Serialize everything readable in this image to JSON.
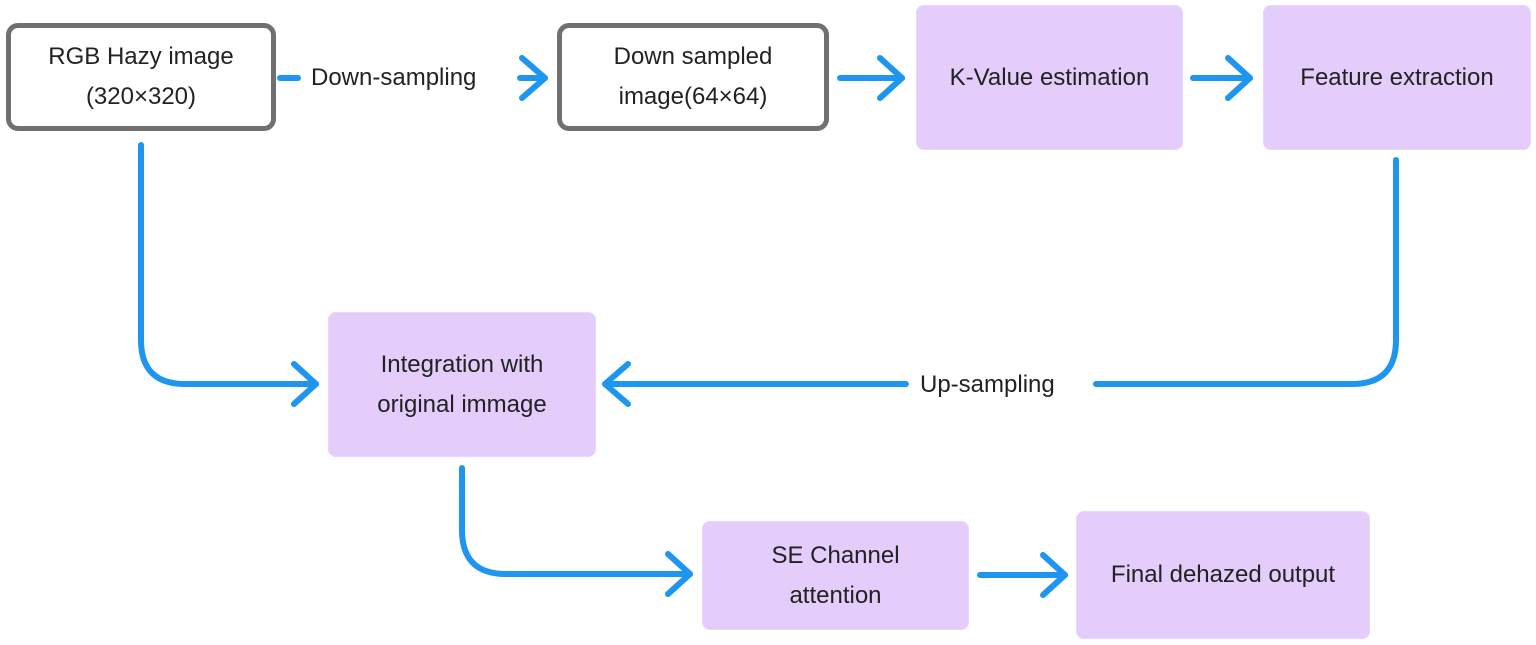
{
  "diagram": {
    "nodes": [
      {
        "id": "rgb_hazy",
        "label": "RGB Hazy image\n(320×320)",
        "style": "outlined"
      },
      {
        "id": "down_sampled",
        "label": "Down sampled\nimage(64×64)",
        "style": "outlined"
      },
      {
        "id": "k_value",
        "label": "K-Value estimation",
        "style": "filled"
      },
      {
        "id": "feature_extraction",
        "label": "Feature extraction",
        "style": "filled"
      },
      {
        "id": "integration",
        "label": "Integration with\noriginal immage",
        "style": "filled"
      },
      {
        "id": "se_channel",
        "label": "SE Channel\nattention",
        "style": "filled"
      },
      {
        "id": "final_output",
        "label": "Final dehazed output",
        "style": "filled"
      }
    ],
    "edges": [
      {
        "from": "rgb_hazy",
        "to": "down_sampled",
        "label": "Down-sampling"
      },
      {
        "from": "down_sampled",
        "to": "k_value",
        "label": ""
      },
      {
        "from": "k_value",
        "to": "feature_extraction",
        "label": ""
      },
      {
        "from": "feature_extraction",
        "to": "integration",
        "label": "Up-sampling"
      },
      {
        "from": "rgb_hazy",
        "to": "integration",
        "label": ""
      },
      {
        "from": "integration",
        "to": "se_channel",
        "label": ""
      },
      {
        "from": "se_channel",
        "to": "final_output",
        "label": ""
      }
    ]
  },
  "colors": {
    "arrow": "#1e96f0",
    "node_fill": "#e4ccfb",
    "node_border": "#707070"
  }
}
